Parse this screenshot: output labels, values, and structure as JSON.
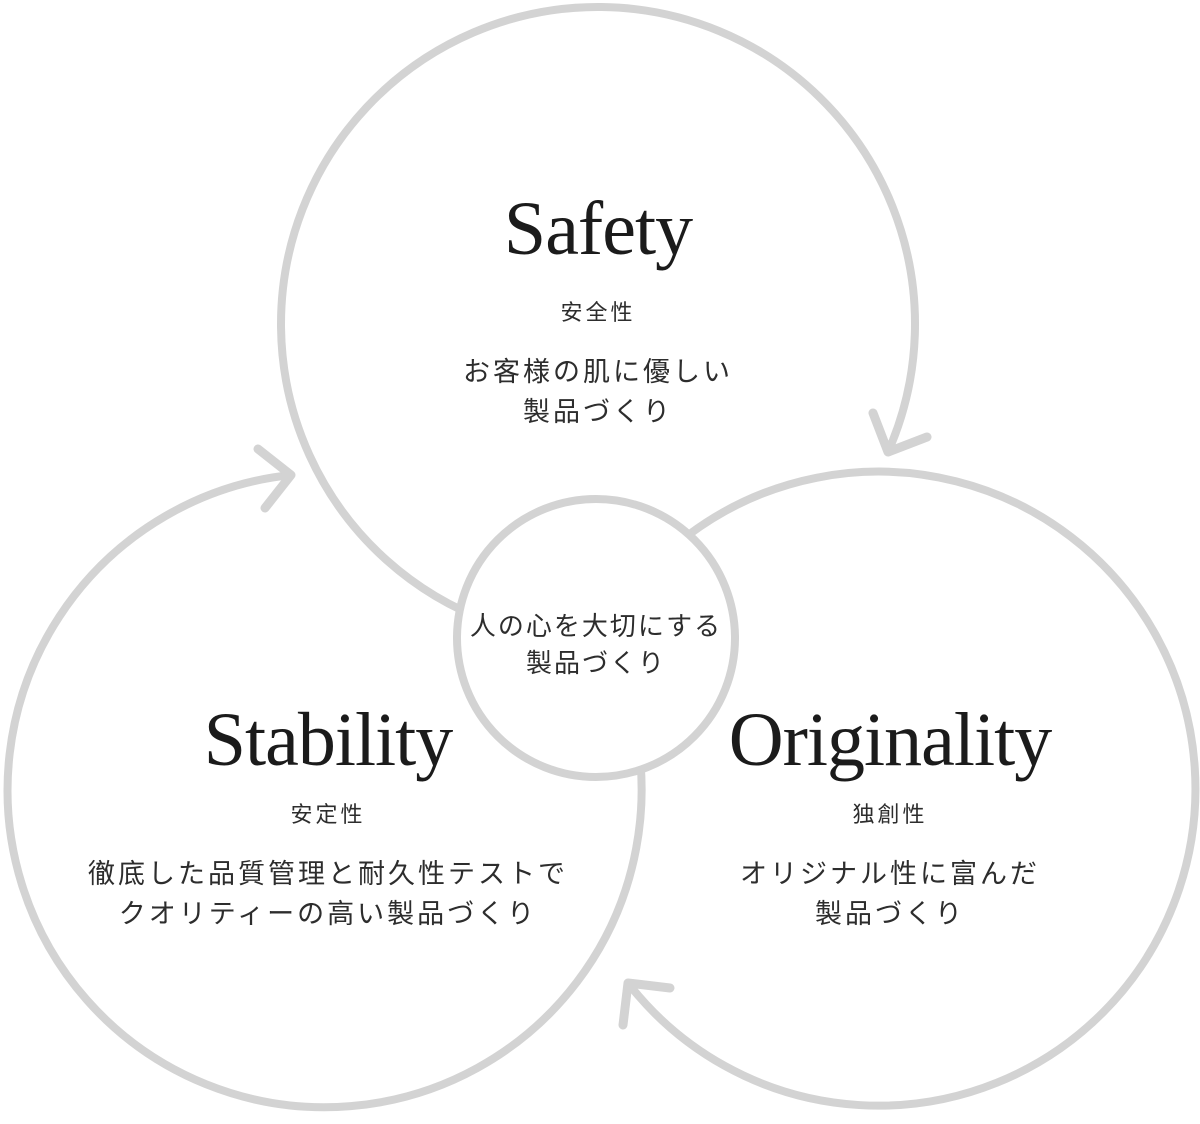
{
  "colors": {
    "arc": "#d3d3d3",
    "title_text": "#1b1b1b",
    "body_text": "#2d2d2d",
    "background": "#ffffff"
  },
  "center_circle": {
    "line1": "人の心を大切にする",
    "line2": "製品づくり"
  },
  "values": {
    "safety": {
      "title": "Safety",
      "subtitle": "安全性",
      "desc_line1": "お客様の肌に優しい",
      "desc_line2": "製品づくり"
    },
    "stability": {
      "title": "Stability",
      "subtitle": "安定性",
      "desc_line1": "徹底した品質管理と耐久性テストで",
      "desc_line2": "クオリティーの高い製品づくり"
    },
    "originality": {
      "title": "Originality",
      "subtitle": "独創性",
      "desc_line1": "オリジナル性に富んだ",
      "desc_line2": "製品づくり"
    }
  }
}
